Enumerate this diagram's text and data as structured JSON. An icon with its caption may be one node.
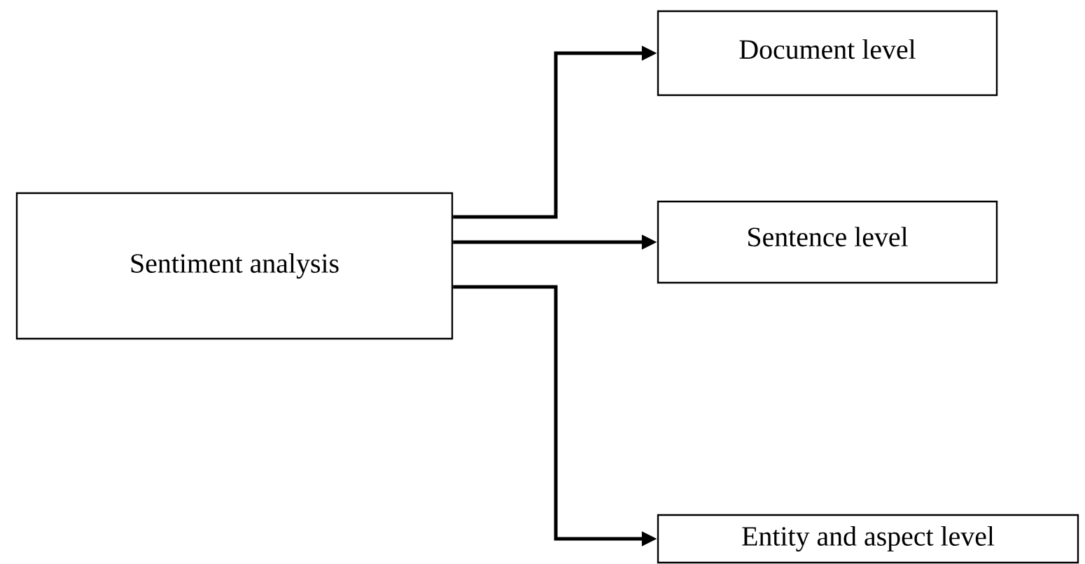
{
  "diagram": {
    "nodes": [
      {
        "text": [
          "Sentiment analysis"
        ]
      },
      {
        "text": [
          "Document level"
        ]
      },
      {
        "text": [
          "Sentence level"
        ]
      },
      {
        "text": [
          "Entity and aspect level"
        ]
      }
    ],
    "edges": [
      {
        "from": 0,
        "to": 1,
        "arrow": "to"
      },
      {
        "from": 0,
        "to": 2,
        "arrow": "to"
      },
      {
        "from": 0,
        "to": 3,
        "arrow": "to"
      }
    ]
  }
}
